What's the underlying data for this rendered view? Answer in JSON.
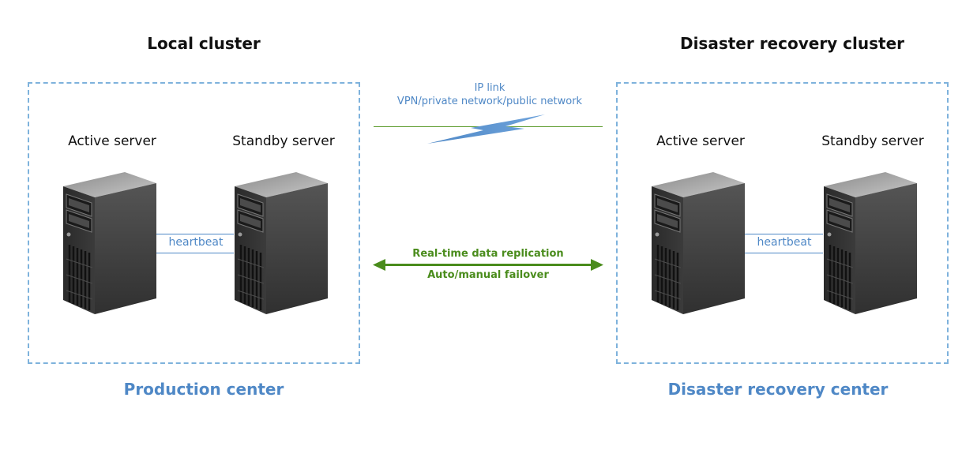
{
  "local": {
    "title": "Local cluster",
    "active_label": "Active server",
    "standby_label": "Standby server",
    "heartbeat_label": "heartbeat",
    "center_label": "Production center"
  },
  "dr": {
    "title": "Disaster recovery cluster",
    "active_label": "Active server",
    "standby_label": "Standby server",
    "heartbeat_label": "heartbeat",
    "center_label": "Disaster recovery center"
  },
  "ip_link": {
    "line1": "IP link",
    "line2": "VPN/private network/public network"
  },
  "replication": {
    "line1": "Real-time data replication",
    "line2": "Auto/manual failover"
  },
  "colors": {
    "accent_blue": "#4f88c6",
    "box_border": "#7eb2dc",
    "green": "#4a8c1c"
  }
}
